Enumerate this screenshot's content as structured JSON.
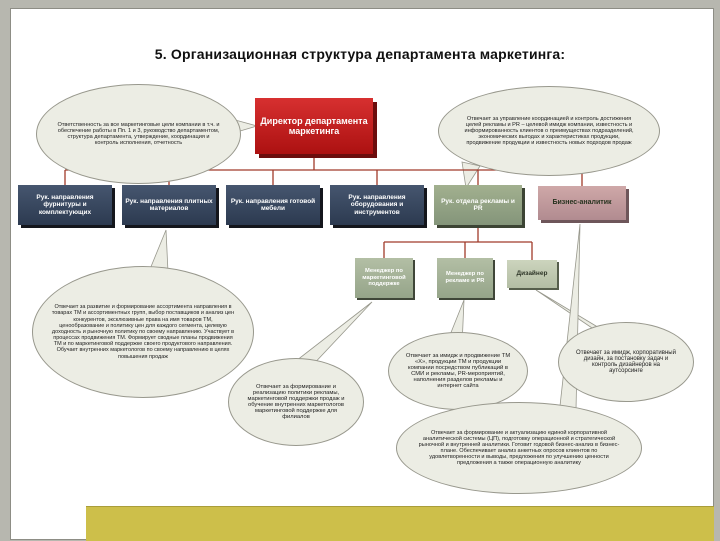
{
  "slide": {
    "title": "5. Организационная структура департамента маркетинга:"
  },
  "org": {
    "director": "Директор департамента маркетинга",
    "level1": [
      "Рук. направления фурнитуры и комплектующих",
      "Рук. направления плитных материалов",
      "Рук. направления готовой мебели",
      "Рук. направления оборудования и инструментов",
      "Рук. отдела рекламы и PR",
      "Бизнес-аналитик"
    ],
    "level2": [
      "Менеджер по маркетинговой поддержке",
      "Менеджер по рекламе и PR",
      "Дизайнер"
    ]
  },
  "callouts": {
    "top_left": "Ответственность за все маркетинговые цели компании в т.ч. и обеспечение работы в Пп. 1 и 3, руководство департаментом, структура департамента, утверждение, координация и контроль исполнения, отчетность",
    "top_right": "Отвечает за управление координацией и контроль достижения целей рекламы и PR – целевой имидж компании, известность и информированность клиентов о преимуществах подразделений, экономических выгодах и характеристиках продукции, продвижение продукции и известность новых подходов продаж",
    "left_big": "Отвечает за развитие и формирование ассортимента направления в товарах ТМ и ассортиментных групп, выбор поставщиков и анализ цен конкурентов, эксклюзивные права на имя товаров ТМ, ценообразование и политику цен для каждого сегмента, целевую доходность и рыночную политику по своему направлению. Участвует в процессах продвижения ТМ. Формирует сводные планы продвижения ТМ и по маркетинговой поддержке своего продуктового направления. Обучает внутренних маркетологов по своему направлению в целях повышения продаж",
    "mid_bottom": "Отвечает за формирование и реализацию политики рекламы, маркетинговой поддержки продаж и обучение внутренних маркетологов маркетинговой поддержке для филиалов",
    "right_mid": "Отвечает за имидж и продвижение ТМ «Х», продукции ТМ и продукции компании посредством публикаций в СМИ и рекламы, PR-мероприятий, наполнения разделов рекламы и интернет сайта",
    "far_right": "Отвечает за имидж, корпоративный дизайн, за постановку задач и контроль дизайнеров на аутсорсинге",
    "bottom_big": "Отвечает за формирование и актуализацию единой корпоративной аналитической системы (ЦП), подготовку операционной и стратегической рыночной и внутренней аналитики. Готовит годовой бизнес-анализ в бизнес-плане. Обеспечивает анализ анкетных опросов клиентов по удовлетворенности и выводы, предложения по улучшению ценности предложения а также операционную аналитику"
  },
  "colors": {
    "director_box": "#ac1111",
    "division_box": "#2c3a50",
    "pr_box": "#84957a",
    "analyst_box": "#b18b90",
    "manager_box": "#95a489",
    "callout_fill": "#ecede4",
    "connector_line": "#a03a2a",
    "bottom_bar": "#cdbf4a"
  }
}
